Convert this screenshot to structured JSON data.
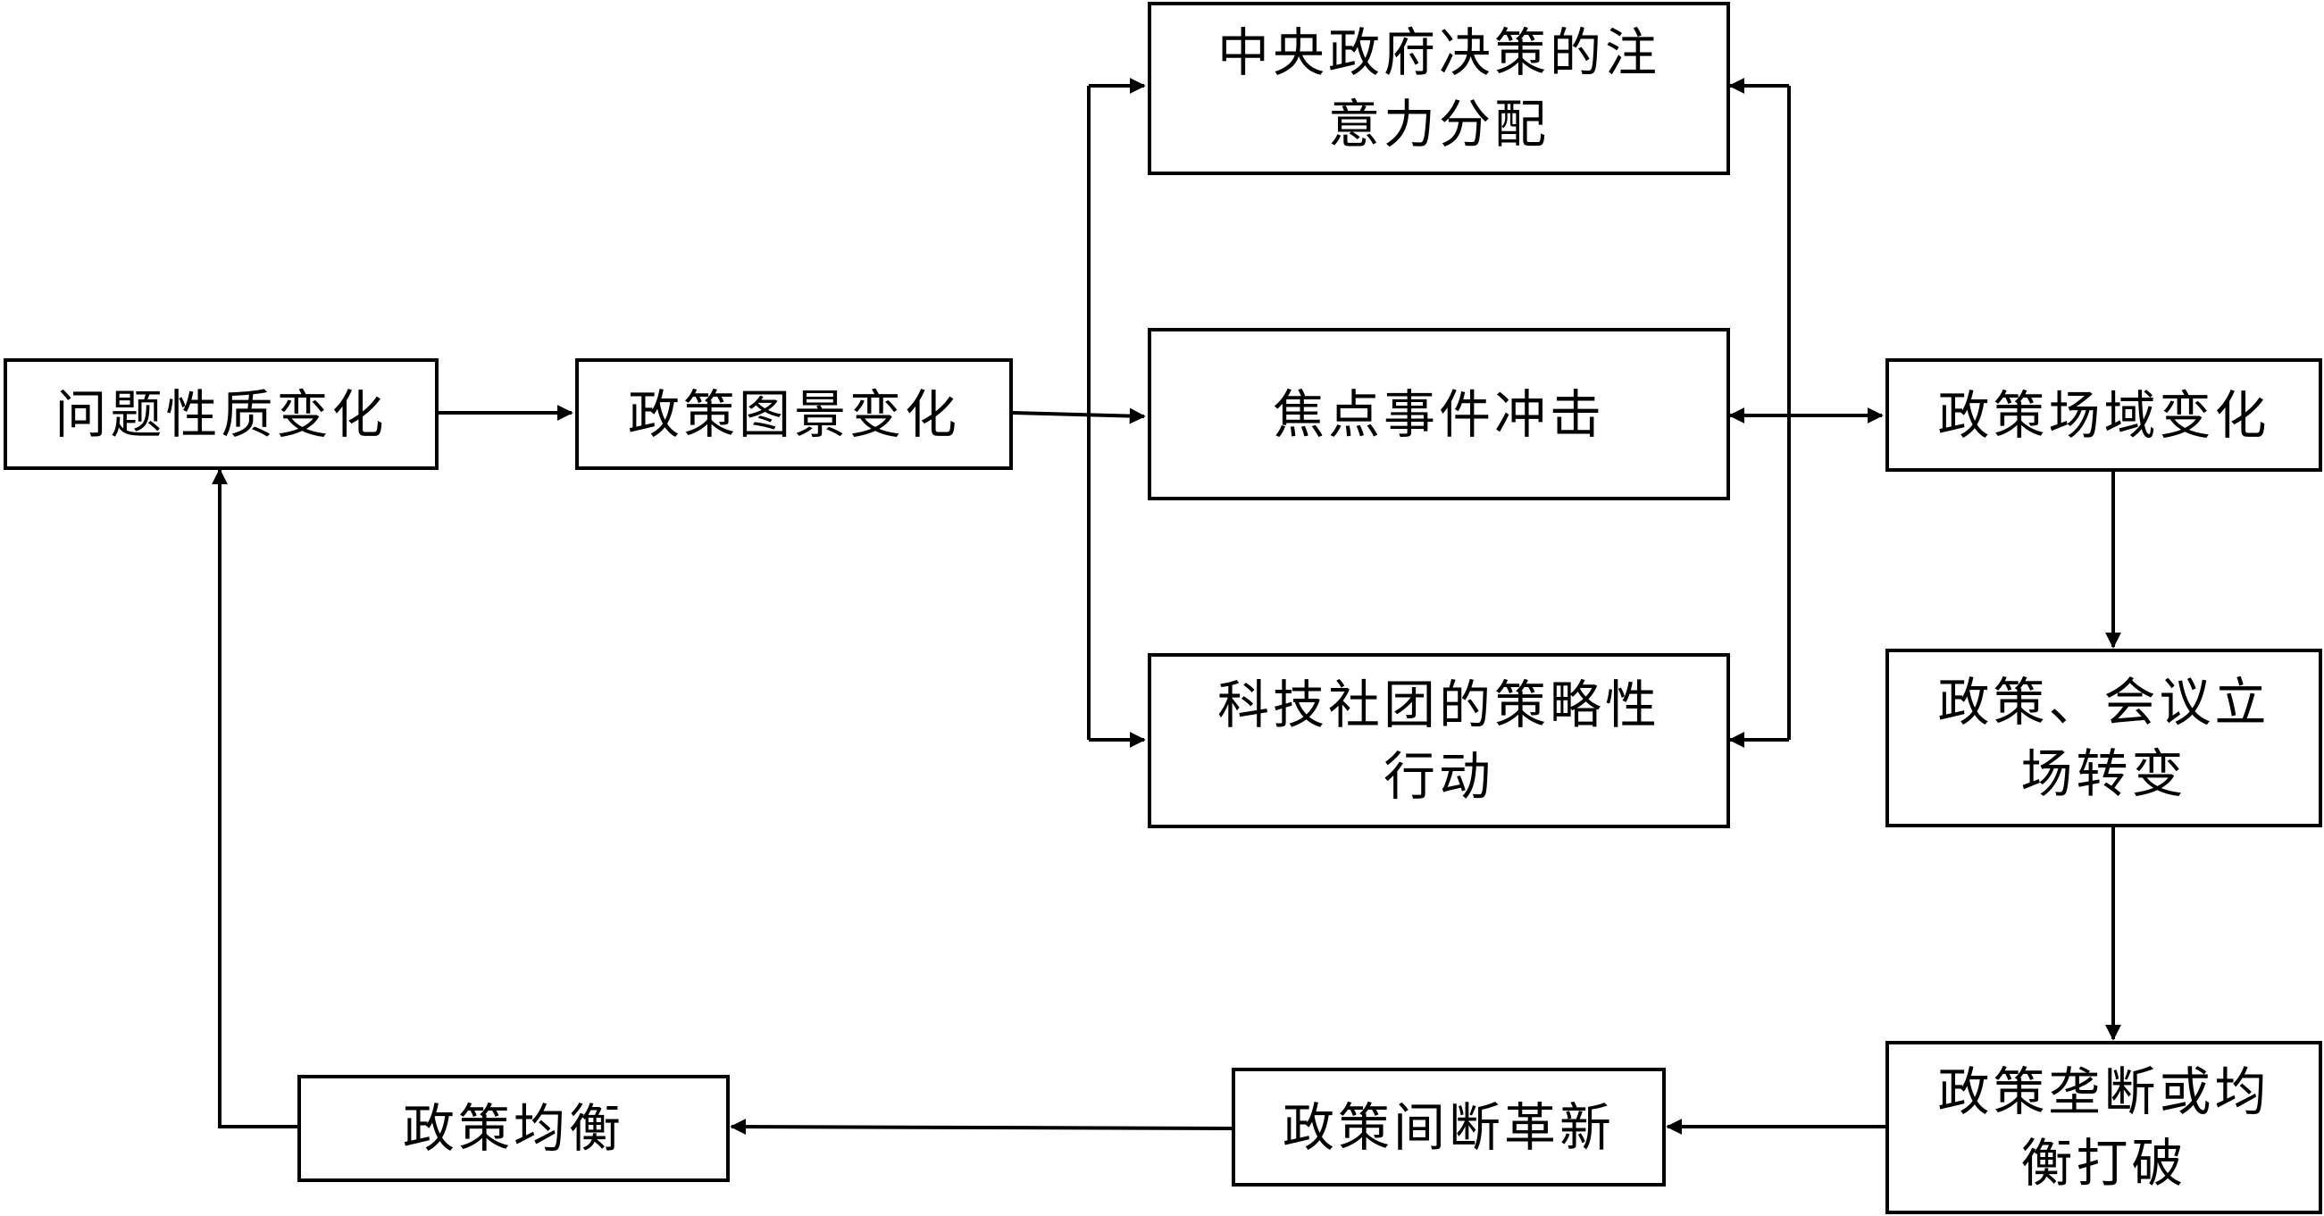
{
  "nodes": {
    "problem_change": "问题性质变化",
    "image_change": "政策图景变化",
    "attention": "中央政府决策的注意力分配",
    "focus_event": "焦点事件冲击",
    "tech_groups": "科技社团的策略性行动",
    "venue_change": "政策场域变化",
    "stance_shift": "政策、会议立场转变",
    "monopoly_break": "政策垄断或均衡打破",
    "punctuation": "政策间断革新",
    "equilibrium": "政策均衡"
  },
  "colors": {
    "line": "#000000",
    "box_fill": "#ffffff",
    "text": "#000000"
  }
}
